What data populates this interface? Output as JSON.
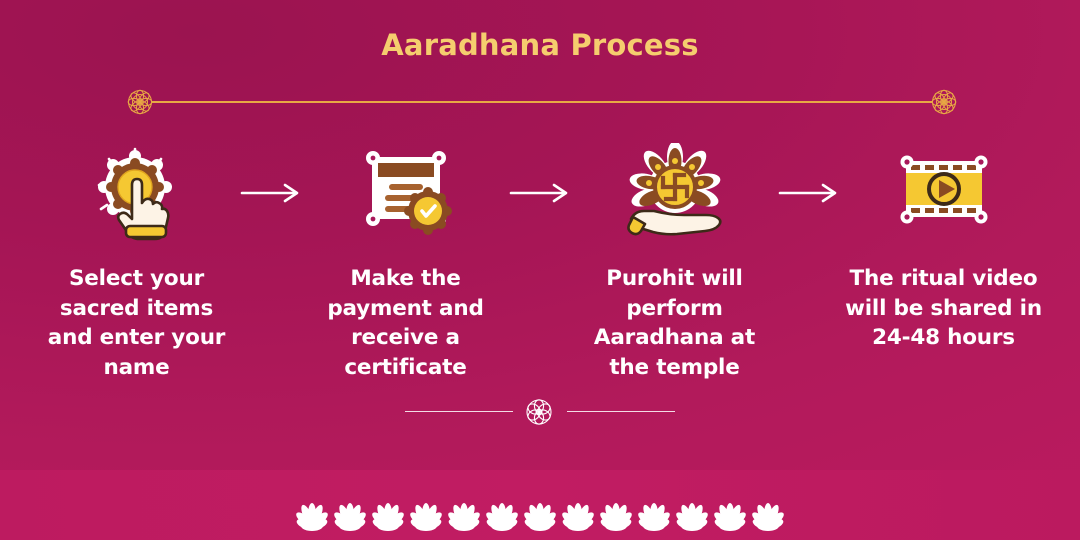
{
  "header": {
    "title": "Aaradhana Process",
    "title_color": "#f5cd6e"
  },
  "theme": {
    "background_dark": "#9b1450",
    "background_light": "#bd1b60",
    "gold": "#e8a944",
    "accent_yellow": "#f5c832",
    "brown": "#8a4b22",
    "text_white": "#ffffff",
    "band_color": "#c11c62"
  },
  "ornaments": {
    "top_rule_left_icon": "mandala-rosette-icon",
    "top_rule_right_icon": "mandala-rosette-icon",
    "mid_divider_icon": "flower-rosette-icon",
    "bottom_border_icon": "lotus-flower-icon",
    "bottom_border_count": 13
  },
  "steps": [
    {
      "index": "1",
      "icon": "hand-select-sacred-item-icon",
      "label": "Select your sacred items and enter your name"
    },
    {
      "index": "2",
      "icon": "certificate-seal-icon",
      "label": "Make the payment and receive a certificate"
    },
    {
      "index": "3",
      "icon": "hand-holding-swastika-icon",
      "label": "Purohit will perform Aaradhana at the temple"
    },
    {
      "index": "4",
      "icon": "video-film-play-icon",
      "label": "The ritual video will be shared in 24-48 hours"
    }
  ],
  "connectors": [
    {
      "icon": "arrow-right-icon"
    },
    {
      "icon": "arrow-right-icon"
    },
    {
      "icon": "arrow-right-icon"
    }
  ]
}
